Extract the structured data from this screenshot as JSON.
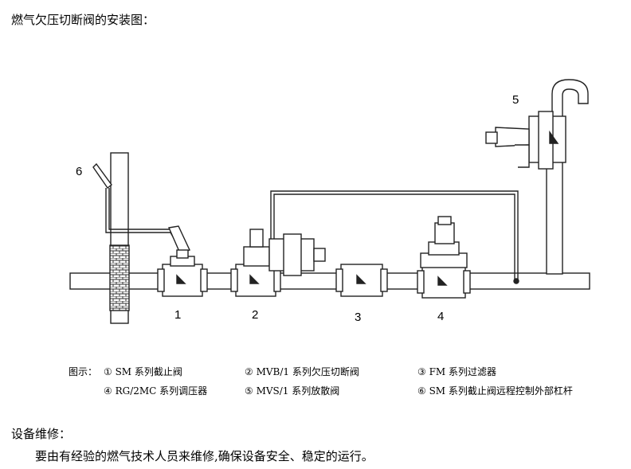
{
  "title": "燃气欠压切断阀的安装图：",
  "diagram": {
    "numbers": [
      "1",
      "2",
      "3",
      "4",
      "5",
      "6"
    ],
    "legend_prefix": "图示：",
    "legend": [
      "① SM 系列截止阀",
      "② MVB/1 系列欠压切断阀",
      "③ FM 系列过滤器",
      "④ RG/2MC 系列调压器",
      "⑤ MVS/1 系列放散阀",
      "⑥ SM 系列截止阀远程控制外部杠杆"
    ]
  },
  "maintenance": {
    "heading": "设备维修：",
    "text": "要由有经验的燃气技术人员来维修,确保设备安全、稳定的运行。"
  }
}
